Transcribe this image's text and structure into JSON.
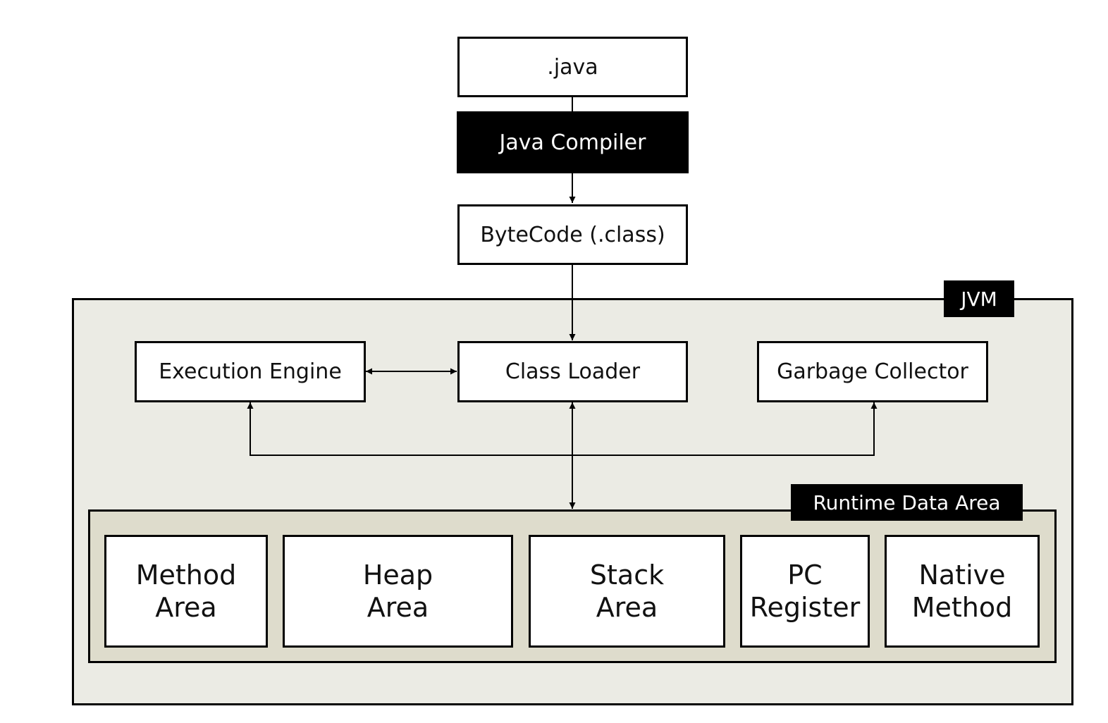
{
  "source": {
    "label": ".java"
  },
  "compiler": {
    "label": "Java Compiler"
  },
  "bytecode": {
    "label": "ByteCode (.class)"
  },
  "jvm": {
    "label": "JVM",
    "fill": "#ebebe4",
    "execution_engine": "Execution Engine",
    "class_loader": "Class Loader",
    "garbage_collector": "Garbage Collector",
    "runtime_data_area": {
      "label": "Runtime Data Area",
      "fill": "#dedccc",
      "areas": [
        {
          "line1": "Method",
          "line2": "Area"
        },
        {
          "line1": "Heap",
          "line2": "Area"
        },
        {
          "line1": "Stack",
          "line2": "Area"
        },
        {
          "line1": "PC",
          "line2": "Register"
        },
        {
          "line1": "Native",
          "line2": "Method"
        }
      ]
    }
  }
}
